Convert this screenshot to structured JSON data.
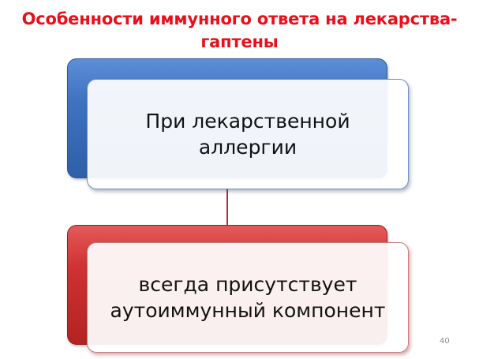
{
  "slide": {
    "title_line1": "Особенности иммунного ответа на лекарства-",
    "title_line2": "гаптены",
    "page_number": "40"
  },
  "diagram": {
    "nodes": [
      {
        "text_line1": "При лекарственной",
        "text_line2": "аллергии",
        "color": "#3f73c0"
      },
      {
        "text_line1": "всегда присутствует",
        "text_line2": "аутоиммунный компонент",
        "color": "#cf3232"
      }
    ],
    "connector_color": "#a8323c",
    "title_color": "#e8101a"
  }
}
